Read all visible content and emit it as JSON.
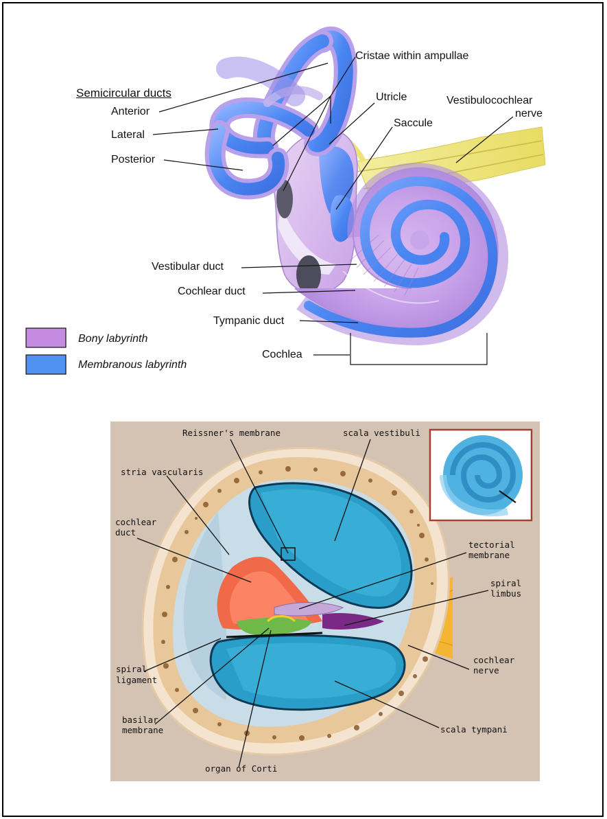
{
  "top_figure": {
    "header": "Semicircular ducts",
    "labels": {
      "anterior": "Anterior",
      "lateral": "Lateral",
      "posterior": "Posterior",
      "cristae": "Cristae within ampullae",
      "utricle": "Utricle",
      "saccule": "Saccule",
      "vestibulocochlear_1": "Vestibulocochlear",
      "vestibulocochlear_2": "nerve",
      "vestibular_duct": "Vestibular duct",
      "cochlear_duct": "Cochlear duct",
      "tympanic_duct": "Tympanic duct",
      "cochlea": "Cochlea"
    },
    "legend": [
      {
        "label": "Bony labyrinth",
        "color": "#c58be0"
      },
      {
        "label": "Membranous labyrinth",
        "color": "#4f92f0"
      }
    ]
  },
  "bottom_figure": {
    "labels": {
      "reissner": "Reissner's membrane",
      "scala_vestibuli": "scala vestibuli",
      "stria_vascularis": "stria vascularis",
      "cochlear_duct_1": "cochlear",
      "cochlear_duct_2": "duct",
      "tectorial_1": "tectorial",
      "tectorial_2": "membrane",
      "spiral_limbus_1": "spiral",
      "spiral_limbus_2": "limbus",
      "cochlear_nerve_1": "cochlear",
      "cochlear_nerve_2": "nerve",
      "spiral_ligament_1": "spiral",
      "spiral_ligament_2": "ligament",
      "basilar_1": "basilar",
      "basilar_2": "membrane",
      "scala_tympani": "scala tympani",
      "organ_of_corti": "organ of Corti"
    }
  }
}
